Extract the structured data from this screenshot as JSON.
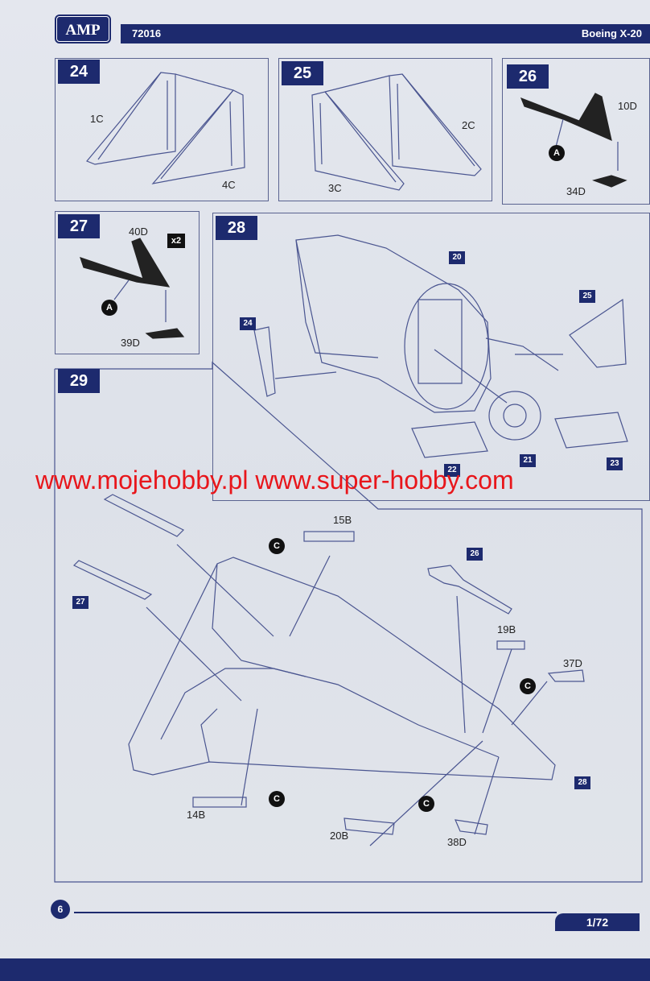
{
  "header": {
    "logo": "AMP",
    "code": "72016",
    "kit": "Boeing X-20"
  },
  "steps": {
    "s24": {
      "num": "24",
      "p1": "1C",
      "p2": "4C"
    },
    "s25": {
      "num": "25",
      "p1": "2C",
      "p2": "3C"
    },
    "s26": {
      "num": "26",
      "p1": "10D",
      "p2": "34D",
      "circle": "A"
    },
    "s27": {
      "num": "27",
      "p1": "40D",
      "p2": "39D",
      "circle": "A",
      "mult": "x2"
    },
    "s28": {
      "num": "28",
      "tags": [
        "20",
        "25",
        "24",
        "22",
        "21",
        "23"
      ]
    },
    "s29": {
      "num": "29",
      "tags": [
        "27",
        "26",
        "28"
      ],
      "parts": [
        "15B",
        "19B",
        "37D",
        "14B",
        "20B",
        "38D"
      ],
      "circle": "C"
    }
  },
  "watermark": "www.mojehobby.pl www.super-hobby.com",
  "footer": {
    "page": "6",
    "scale": "1/72"
  },
  "colors": {
    "accent": "#1d2a6e",
    "watermark": "#e8161b",
    "line": "#4a5590"
  }
}
